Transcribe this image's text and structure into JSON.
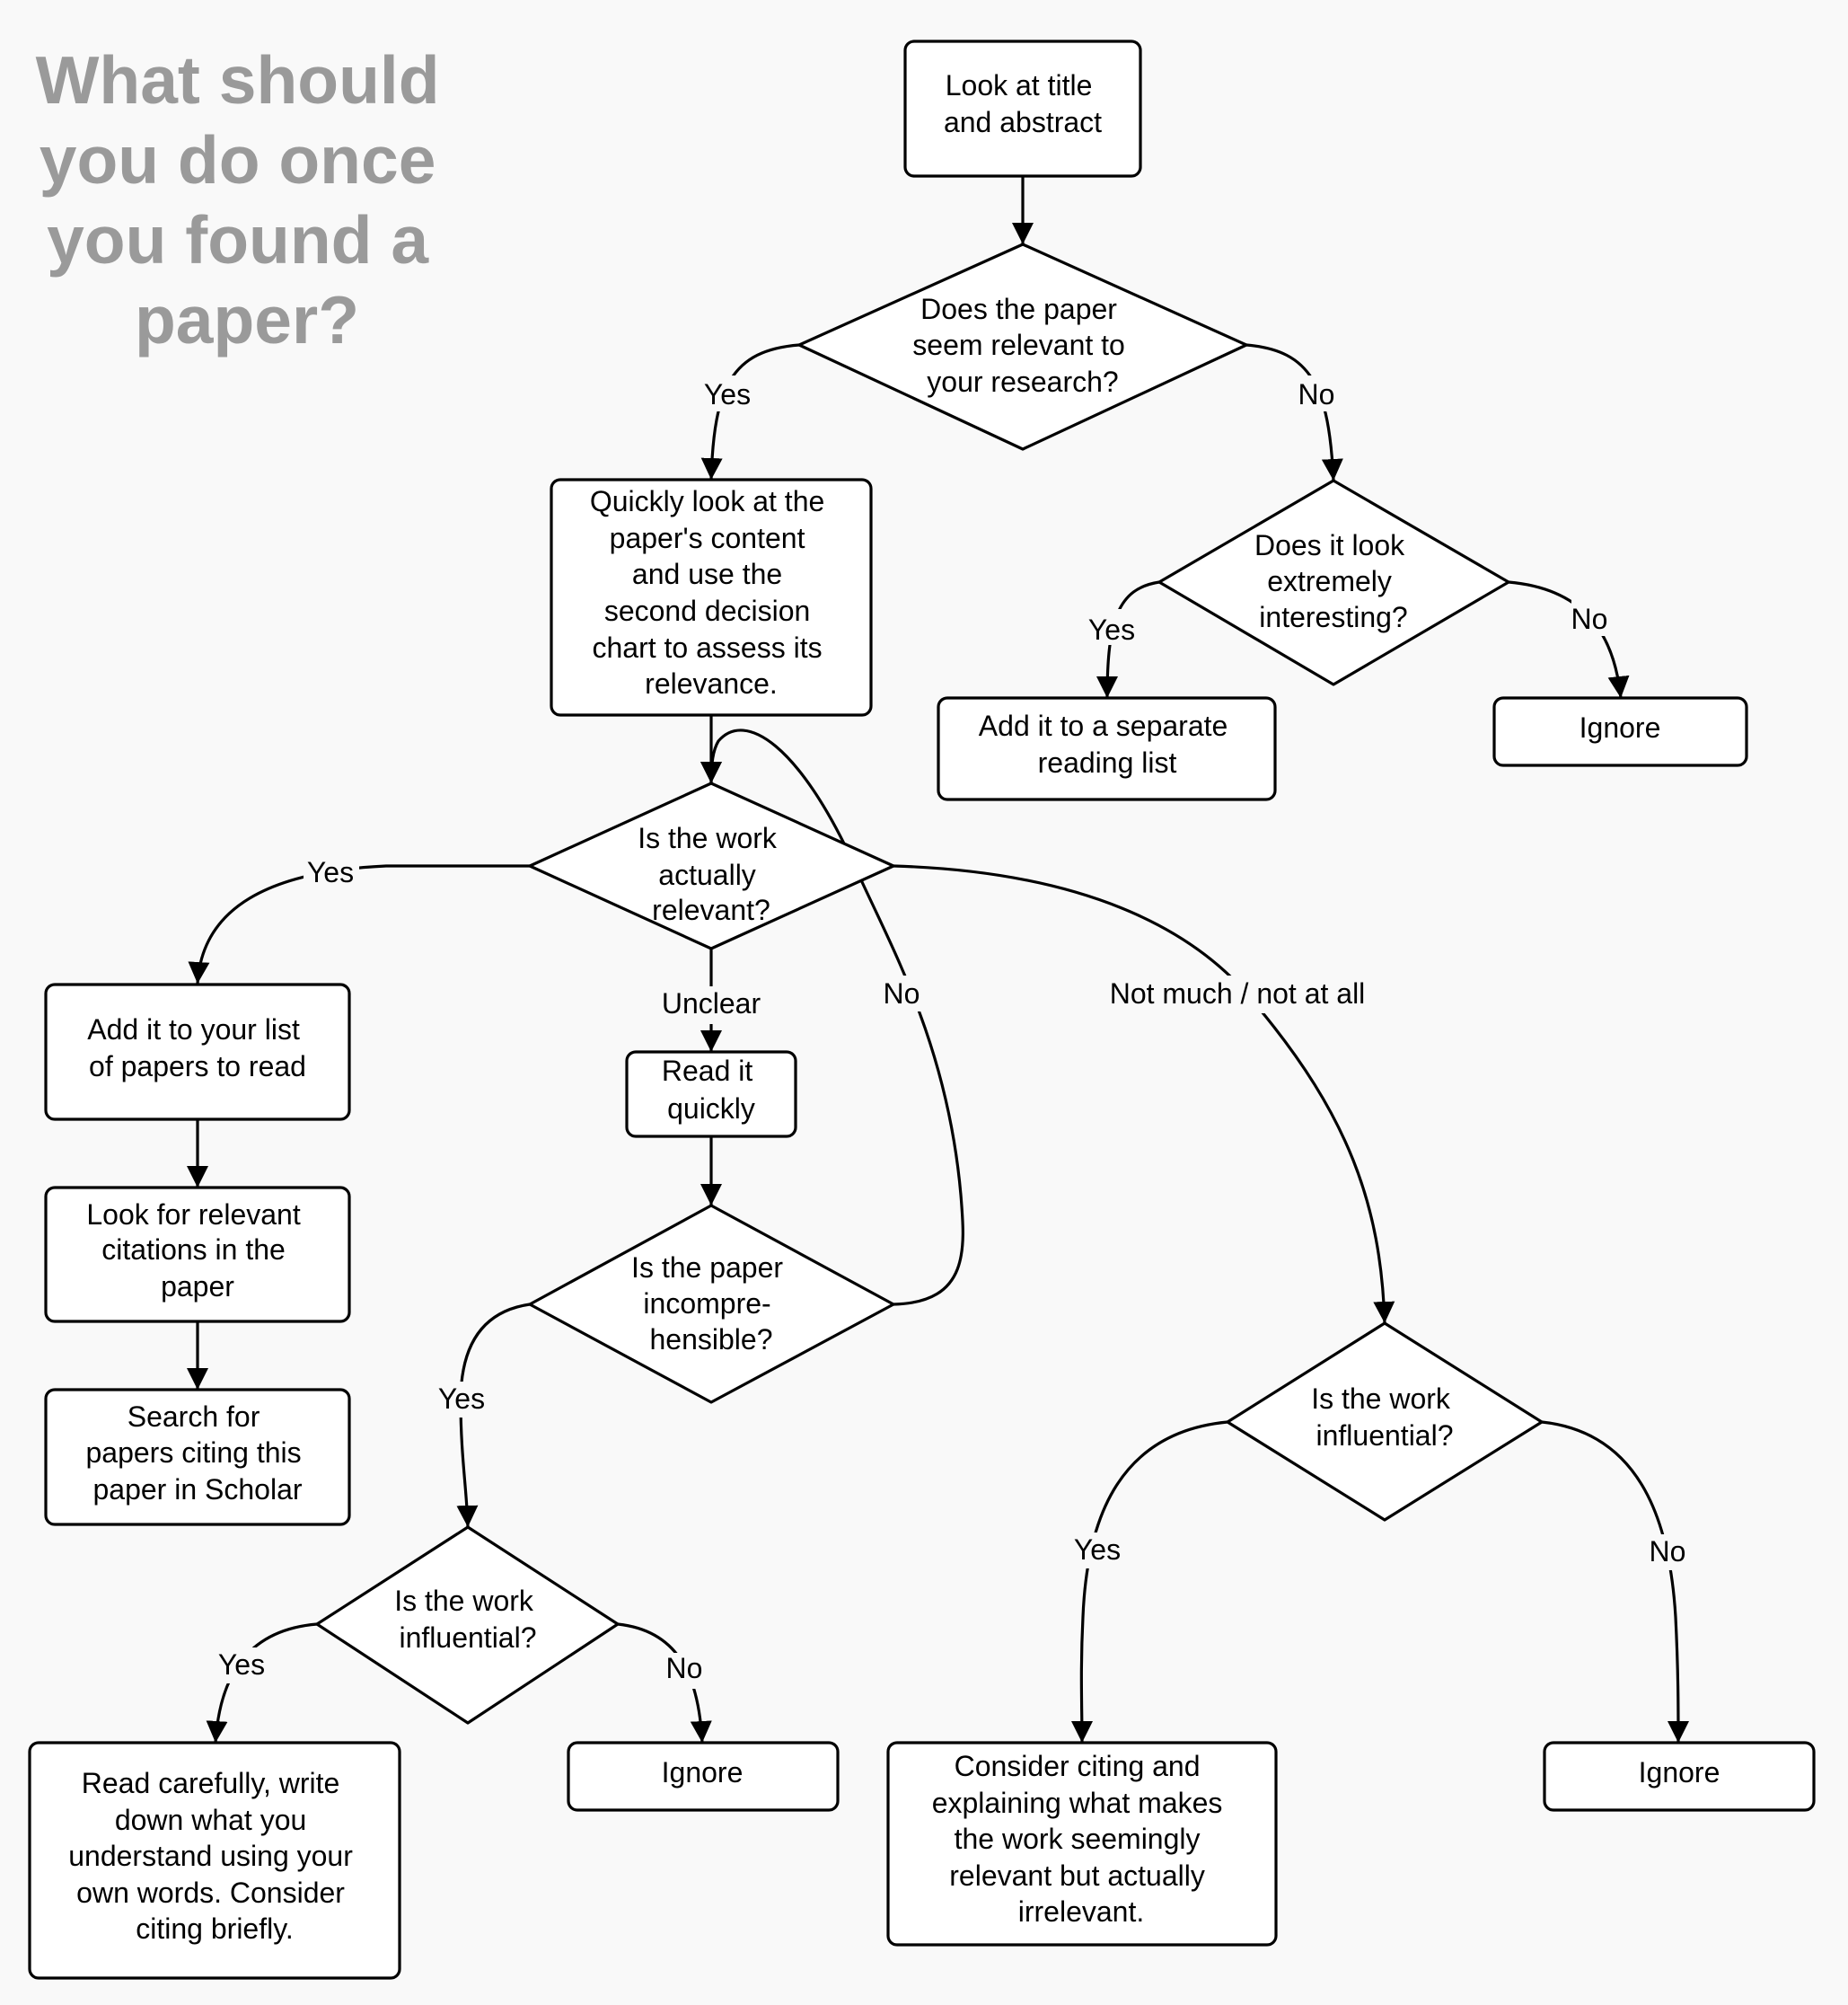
{
  "title": "What should you do once you found a paper?",
  "title_lines": [
    "What should",
    "you do once",
    "you found a",
    "paper?"
  ],
  "colors": {
    "background": "#f9f9f9",
    "title": "#9a9a9a",
    "node_fill": "#ffffff",
    "stroke": "#000000"
  },
  "nodes": {
    "start": {
      "shape": "box",
      "lines": [
        "Look at title",
        "and abstract"
      ]
    },
    "q_relevant_research": {
      "shape": "decision",
      "lines": [
        "Does the paper",
        "seem relevant to",
        "your research?"
      ]
    },
    "quick_look": {
      "shape": "box",
      "lines": [
        "Quickly look at the",
        "paper's content",
        "and use the",
        "second decision",
        "chart to assess its",
        "relevance."
      ]
    },
    "q_extremely_interesting": {
      "shape": "decision",
      "lines": [
        "Does it look",
        "extremely",
        "interesting?"
      ]
    },
    "separate_list": {
      "shape": "box",
      "lines": [
        "Add it to a separate",
        "reading list"
      ]
    },
    "ignore_top": {
      "shape": "box",
      "lines": [
        "Ignore"
      ]
    },
    "q_actually_relevant": {
      "shape": "decision",
      "lines": [
        "Is the work",
        "actually",
        "relevant?"
      ]
    },
    "add_to_list": {
      "shape": "box",
      "lines": [
        "Add it to your list",
        "of papers to read"
      ]
    },
    "look_citations": {
      "shape": "box",
      "lines": [
        "Look for relevant",
        "citations in the",
        "paper"
      ]
    },
    "search_citing": {
      "shape": "box",
      "lines": [
        "Search for",
        "papers citing this",
        "paper in Scholar"
      ]
    },
    "read_quickly": {
      "shape": "box",
      "lines": [
        "Read it",
        "quickly"
      ]
    },
    "q_incomprehensible": {
      "shape": "decision",
      "lines": [
        "Is the paper",
        "incompre-",
        "hensible?"
      ]
    },
    "q_influential_left": {
      "shape": "decision",
      "lines": [
        "Is the work",
        "influential?"
      ]
    },
    "read_carefully": {
      "shape": "box",
      "lines": [
        "Read carefully, write",
        "down what you",
        "understand using your",
        "own words. Consider",
        "citing briefly."
      ]
    },
    "ignore_mid": {
      "shape": "box",
      "lines": [
        "Ignore"
      ]
    },
    "q_influential_right": {
      "shape": "decision",
      "lines": [
        "Is the work",
        "influential?"
      ]
    },
    "consider_citing": {
      "shape": "box",
      "lines": [
        "Consider citing and",
        "explaining what makes",
        "the work seemingly",
        "relevant but actually",
        "irrelevant."
      ]
    },
    "ignore_right": {
      "shape": "box",
      "lines": [
        "Ignore"
      ]
    }
  },
  "edges": [
    {
      "id": "e-start-q1",
      "from": "start",
      "to": "q_relevant_research",
      "label": ""
    },
    {
      "id": "e-q1-yes",
      "from": "q_relevant_research",
      "to": "quick_look",
      "label": "Yes"
    },
    {
      "id": "e-q1-no",
      "from": "q_relevant_research",
      "to": "q_extremely_interesting",
      "label": "No"
    },
    {
      "id": "e-q2-yes",
      "from": "q_extremely_interesting",
      "to": "separate_list",
      "label": "Yes"
    },
    {
      "id": "e-q2-no",
      "from": "q_extremely_interesting",
      "to": "ignore_top",
      "label": "No"
    },
    {
      "id": "e-quick-q3",
      "from": "quick_look",
      "to": "q_actually_relevant",
      "label": ""
    },
    {
      "id": "e-q3-yes",
      "from": "q_actually_relevant",
      "to": "add_to_list",
      "label": "Yes"
    },
    {
      "id": "e-q3-unclear",
      "from": "q_actually_relevant",
      "to": "read_quickly",
      "label": "Unclear"
    },
    {
      "id": "e-q3-notmuch",
      "from": "q_actually_relevant",
      "to": "q_influential_right",
      "label": "Not much / not at all"
    },
    {
      "id": "e-add-look",
      "from": "add_to_list",
      "to": "look_citations",
      "label": ""
    },
    {
      "id": "e-look-search",
      "from": "look_citations",
      "to": "search_citing",
      "label": ""
    },
    {
      "id": "e-read-q4",
      "from": "read_quickly",
      "to": "q_incomprehensible",
      "label": ""
    },
    {
      "id": "e-q4-no",
      "from": "q_incomprehensible",
      "to": "q_actually_relevant",
      "label": "No"
    },
    {
      "id": "e-q4-yes",
      "from": "q_incomprehensible",
      "to": "q_influential_left",
      "label": "Yes"
    },
    {
      "id": "e-q5-yes",
      "from": "q_influential_left",
      "to": "read_carefully",
      "label": "Yes"
    },
    {
      "id": "e-q5-no",
      "from": "q_influential_left",
      "to": "ignore_mid",
      "label": "No"
    },
    {
      "id": "e-q6-yes",
      "from": "q_influential_right",
      "to": "consider_citing",
      "label": "Yes"
    },
    {
      "id": "e-q6-no",
      "from": "q_influential_right",
      "to": "ignore_right",
      "label": "No"
    }
  ]
}
